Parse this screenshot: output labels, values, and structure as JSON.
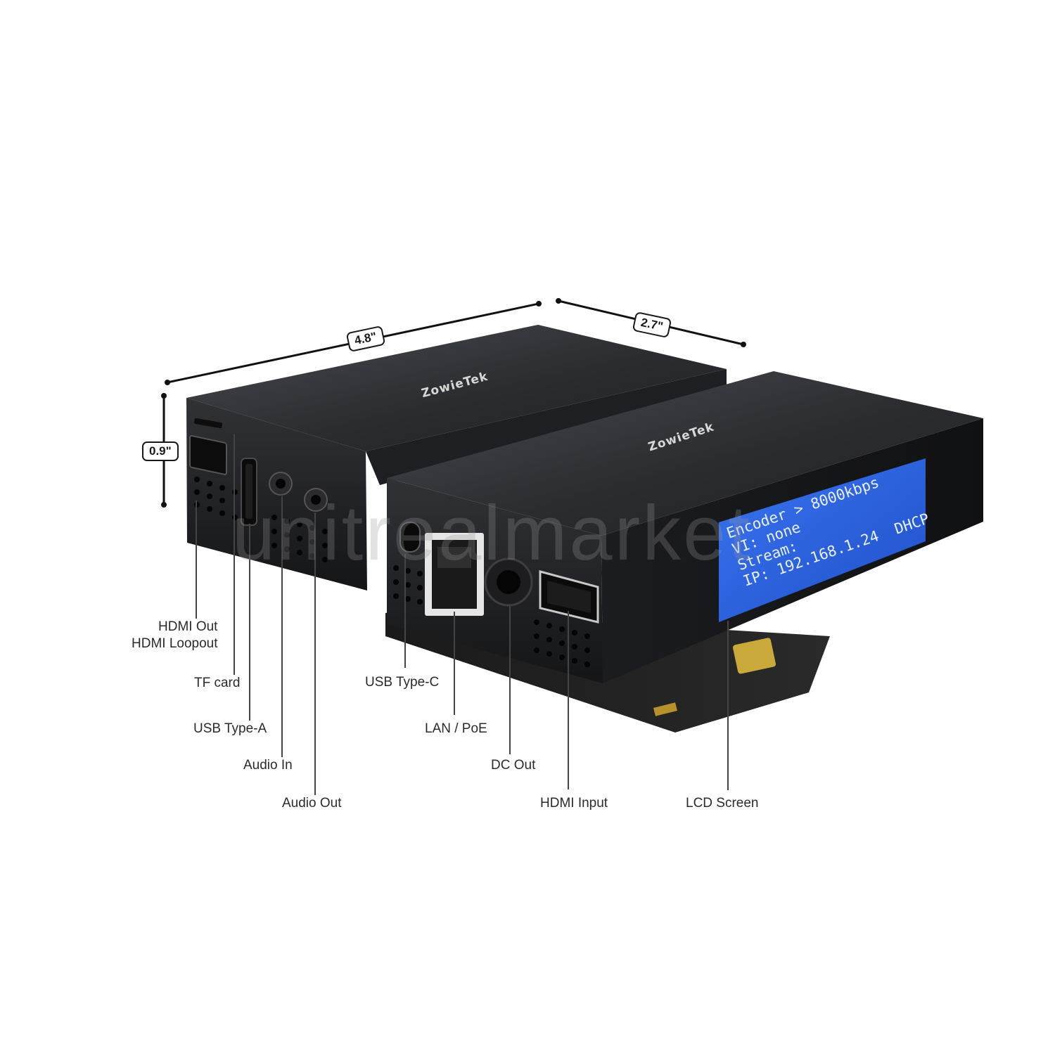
{
  "dimensions": {
    "length": "4.8\"",
    "width": "2.7\"",
    "height": "0.9\""
  },
  "brand": {
    "name": "ZowieTek"
  },
  "lcd": {
    "lines": [
      "Encoder > 8000kbps",
      "VI: none",
      "Stream:",
      "IP: 192.168.1.24  DHCP"
    ]
  },
  "watermark": "unitrealmarket",
  "labels": {
    "hdmi_out_line1": "HDMI Out",
    "hdmi_out_line2": "HDMI Loopout",
    "tf_card": "TF card",
    "usb_type_a": "USB Type-A",
    "audio_in": "Audio In",
    "audio_out": "Audio Out",
    "usb_type_c": "USB Type-C",
    "lan_poe": "LAN / PoE",
    "dc_out": "DC Out",
    "hdmi_input": "HDMI Input",
    "lcd_screen": "LCD Screen"
  },
  "colors": {
    "device_body": "#2a2d31",
    "lcd_blue": "#2c63e0",
    "accent_gold": "#b8912e"
  }
}
